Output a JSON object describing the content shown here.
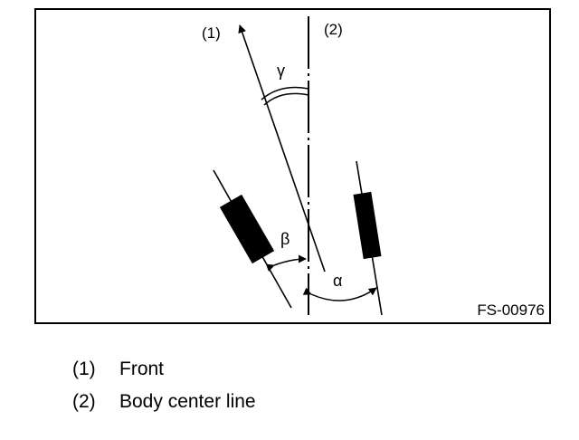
{
  "diagram": {
    "callout_1": "(1)",
    "callout_2": "(2)",
    "angle_gamma": "γ",
    "angle_beta": "β",
    "angle_alpha": "α",
    "figure_code": "FS-00976"
  },
  "legend": [
    {
      "number": "(1)",
      "label": "Front"
    },
    {
      "number": "(2)",
      "label": "Body center line"
    }
  ]
}
